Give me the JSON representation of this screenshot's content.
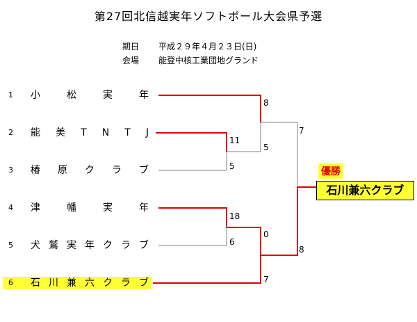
{
  "title": "第27回北信越実年ソフトボール大会県予選",
  "info": {
    "date_label": "期日",
    "date_value": "平成２９年４月２３日(日)",
    "venue_label": "会場",
    "venue_value": "能登中核工業団地グランド"
  },
  "teams": [
    {
      "num": "1",
      "chars": [
        "小",
        "松",
        "実",
        "年"
      ]
    },
    {
      "num": "2",
      "chars": [
        "能",
        "美",
        "T",
        "N",
        "T",
        "J"
      ]
    },
    {
      "num": "3",
      "chars": [
        "椿",
        "原",
        "ク",
        "ラ",
        "ブ"
      ]
    },
    {
      "num": "4",
      "chars": [
        "津",
        "幡",
        "実",
        "年"
      ]
    },
    {
      "num": "5",
      "chars": [
        "犬",
        "鷲",
        "実",
        "年",
        "ク",
        "ラ",
        "ブ"
      ]
    },
    {
      "num": "6",
      "chars": [
        "石",
        "川",
        "兼",
        "六",
        "ク",
        "ラ",
        "ブ"
      ]
    }
  ],
  "scores": {
    "r1_t2": "11",
    "r1_t3": "5",
    "r1_t4": "18",
    "r1_t5": "6",
    "sf1_top": "8",
    "sf1_bottom": "5",
    "sf2_top": "0",
    "sf2_bottom": "7",
    "final_top": "7",
    "final_bottom": "8"
  },
  "winner_label": "優勝",
  "champion": "石川兼六クラブ",
  "colors": {
    "winner_line": "#e00000",
    "loser_line": "#808080",
    "highlight": "#ffff33"
  }
}
